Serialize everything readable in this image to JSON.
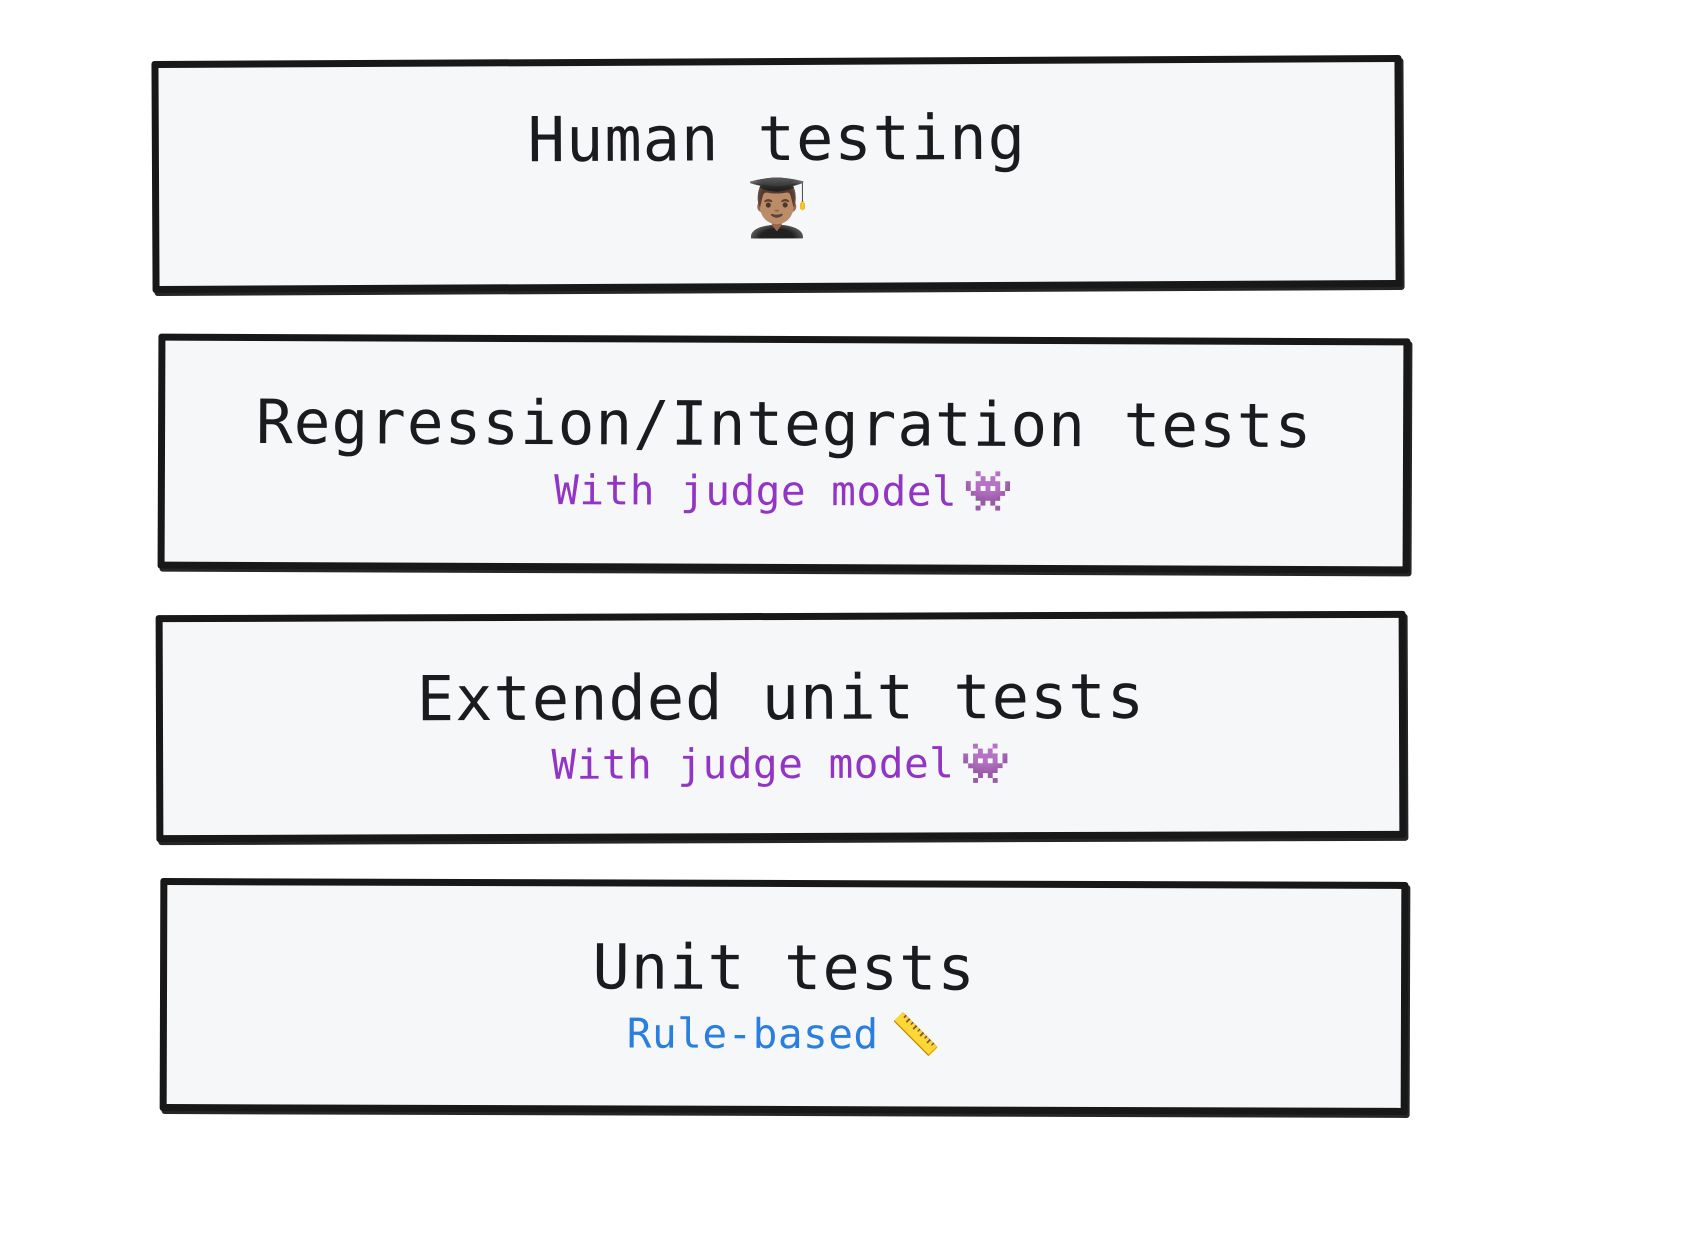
{
  "diagram": {
    "type": "testing-pyramid-stack",
    "background_color": "#ffffff",
    "box_fill_color": "#f5f7f9",
    "box_border_color": "#181818",
    "layers": [
      {
        "id": "human-testing",
        "title": "Human testing",
        "subtitle": "",
        "subtitle_color": "",
        "emoji": "👨🏽‍🎓",
        "emoji_name": "graduate-person-emoji",
        "emoji_position": "below-title"
      },
      {
        "id": "regression-integration-tests",
        "title": "Regression/Integration tests",
        "subtitle": "With judge model",
        "subtitle_color": "#9234c4",
        "emoji": "👾",
        "emoji_name": "alien-monster-emoji",
        "emoji_position": "inline-after-subtitle"
      },
      {
        "id": "extended-unit-tests",
        "title": "Extended unit tests",
        "subtitle": "With judge model",
        "subtitle_color": "#9234c4",
        "emoji": "👾",
        "emoji_name": "alien-monster-emoji",
        "emoji_position": "inline-after-subtitle"
      },
      {
        "id": "unit-tests",
        "title": "Unit tests",
        "subtitle": "Rule-based",
        "subtitle_color": "#2a7ee0",
        "emoji": "📏",
        "emoji_name": "straight-ruler-emoji",
        "emoji_position": "inline-after-subtitle"
      }
    ]
  }
}
